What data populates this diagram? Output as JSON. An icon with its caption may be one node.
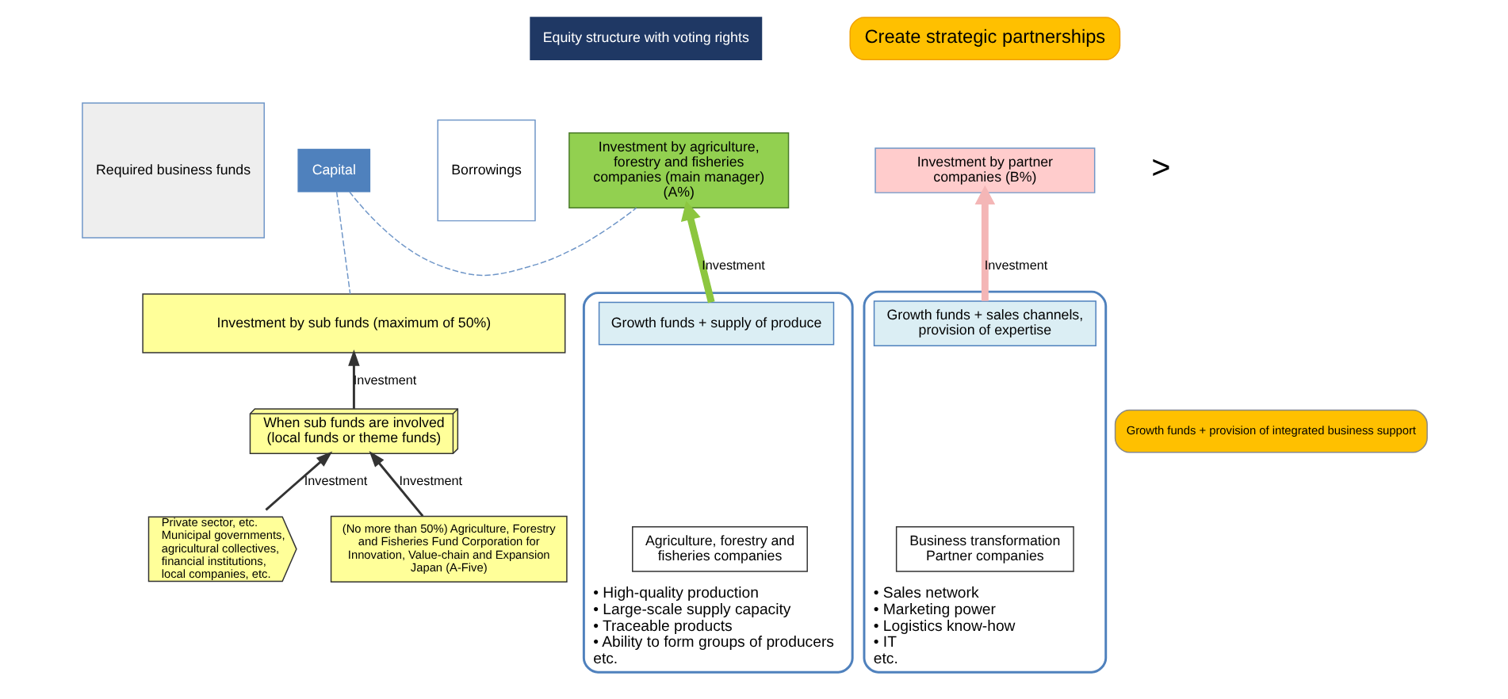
{
  "diagram": {
    "nodes": [
      {
        "text": [
          "Required business funds"
        ]
      },
      {
        "text": [
          "Borrowings"
        ]
      },
      {
        "text": [
          "Capital"
        ]
      },
      {
        "text": [
          "Equity structure with voting rights"
        ]
      },
      {
        "text": [
          "Create strategic partnerships"
        ]
      },
      {
        "text": [
          "Investment by agriculture, forestry and fisheries companies (main manager) (A%)"
        ]
      },
      {
        "text": [
          "Investment by partner companies (B%)"
        ]
      },
      {
        "text": [
          "Investment by sub funds (maximum of 50%)"
        ]
      },
      {
        "text": [
          "• High-quality production",
          "• Large-scale supply capacity",
          "• Traceable products",
          "• Ability to form groups of producers",
          "etc."
        ]
      },
      {
        "text": [
          "Growth funds + supply of produce"
        ],
        "in": 8
      },
      {
        "text": [
          "Agriculture, forestry and fisheries companies"
        ],
        "in": 8
      },
      {
        "text": [
          "• Sales network",
          "• Marketing power",
          "• Logistics know-how",
          "• IT",
          "etc."
        ]
      },
      {
        "text": [
          "Growth funds + sales channels, provision of expertise"
        ],
        "in": 11
      },
      {
        "text": [
          "Business transformation Partner companies"
        ],
        "in": 11
      },
      {
        "text": [
          "Private sector, etc.",
          "Municipal governments, agricultural collectives, financial institutions, local companies, etc."
        ]
      },
      {
        "text": [
          "When sub funds are involved",
          "(local funds or theme funds)"
        ]
      },
      {
        "text": [
          "Growth funds + provision of integrated business support"
        ]
      },
      {
        "text": [
          "(No more than 50%) Agriculture, Forestry and Fisheries Fund Corporation for Innovation, Value-chain and Expansion Japan (A-Five)"
        ]
      }
    ],
    "edges": [
      {
        "from": 9,
        "to": 5,
        "arrow": "to",
        "label": "Investment",
        "style": "thick",
        "color": "#8cc63f"
      },
      {
        "from": 12,
        "to": 6,
        "arrow": "to",
        "label": "Investment",
        "style": "thick",
        "color": "#f4b6b6"
      },
      {
        "from": 14,
        "to": 15,
        "arrow": "to",
        "label": "Investment"
      },
      {
        "from": 15,
        "to": 7,
        "arrow": "to",
        "label": "Investment"
      },
      {
        "from": 17,
        "to": 15,
        "arrow": "to",
        "label": "Investment"
      },
      {
        "from": 2,
        "to": 5,
        "arrow": "none",
        "style": "dashed",
        "color": "#6f96c8"
      },
      {
        "from": 2,
        "to": 7,
        "arrow": "none",
        "style": "dashed",
        "color": "#6f96c8"
      }
    ],
    "labels": [
      ">"
    ]
  }
}
